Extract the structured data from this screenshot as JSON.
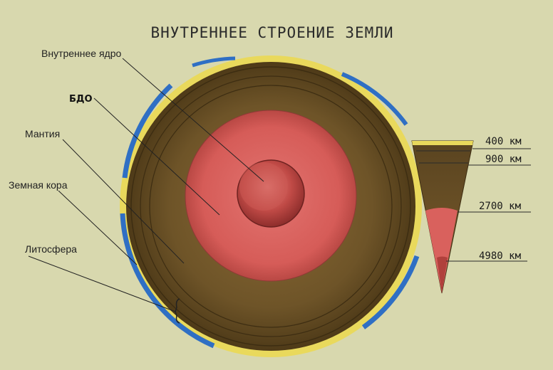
{
  "title": "ВНУТРЕННЕЕ СТРОЕНИЕ ЗЕМЛИ",
  "labels": {
    "inner_core": "Внутреннее ядро",
    "bdo": "БДО",
    "mantle": "Мантия",
    "crust": "Земная кора",
    "lithosphere": "Литосфера"
  },
  "depths": [
    "400 км",
    "900 км",
    "2700 км",
    "4980 км"
  ],
  "colors": {
    "background": "#d8d8ae",
    "crust_yellow": "#e8d85a",
    "ocean_blue": "#2f6fc4",
    "mantle_brown": "#6b5326",
    "outer_core_red": "#d9615d",
    "inner_core_red": "#b83a3a"
  }
}
